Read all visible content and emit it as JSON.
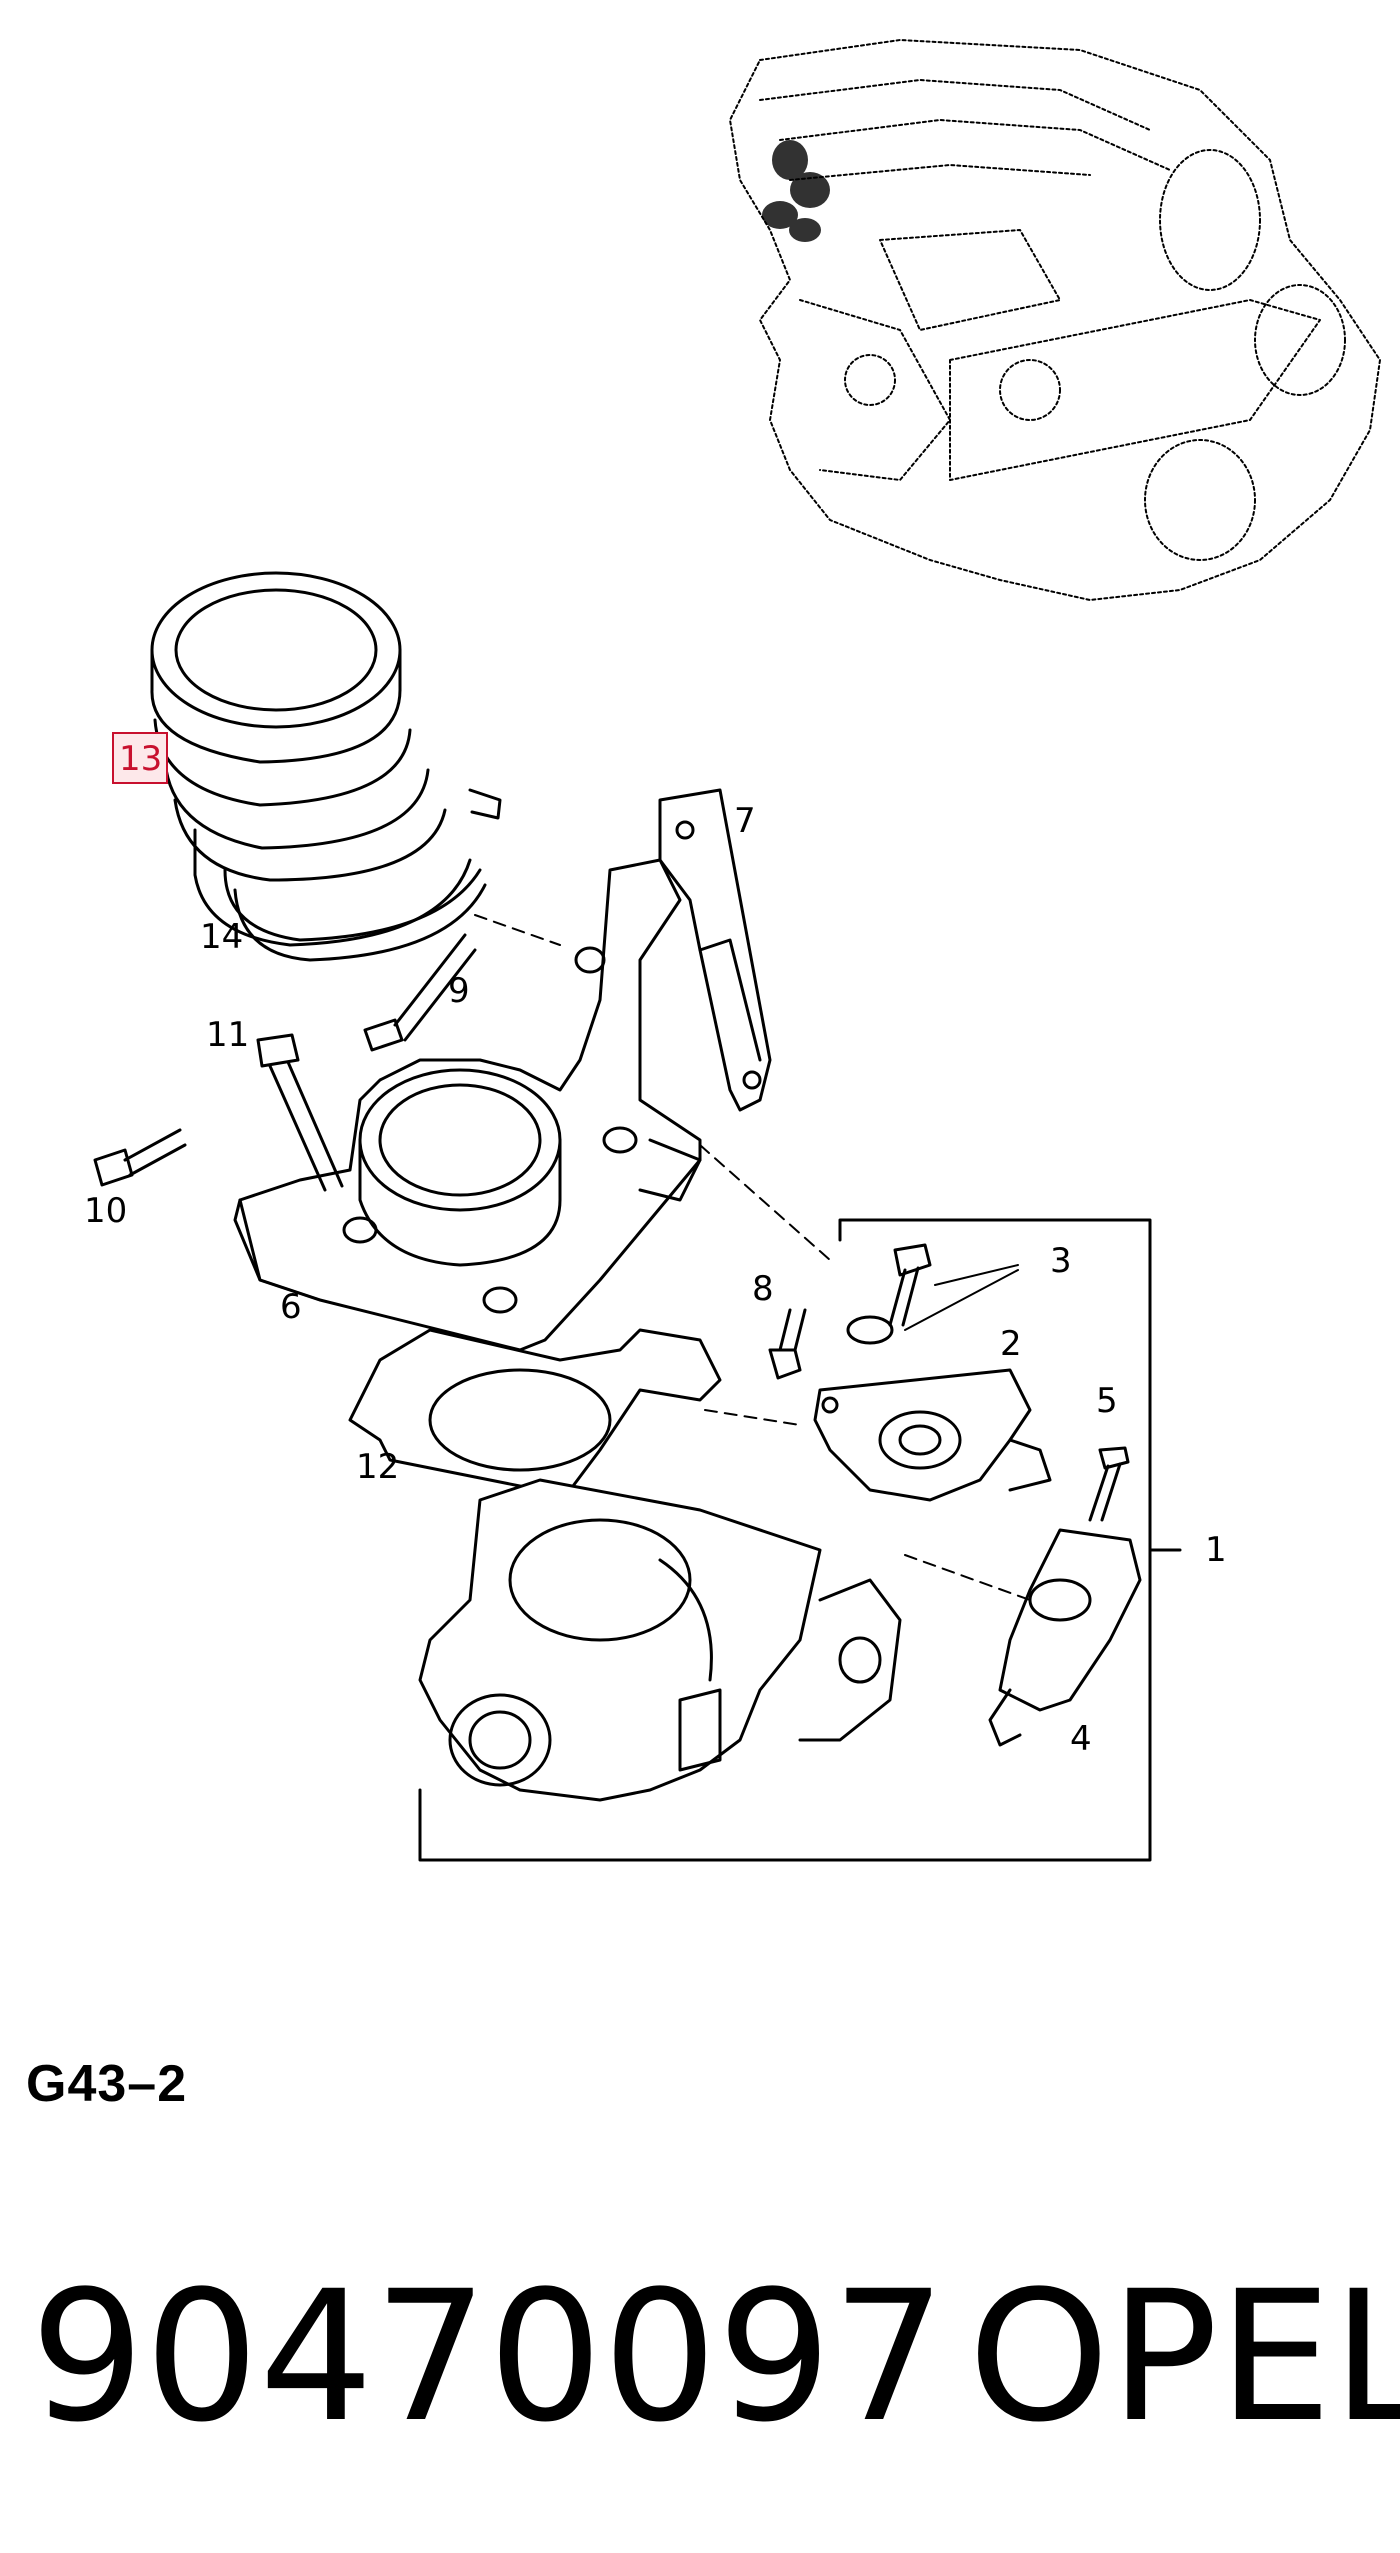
{
  "diagram": {
    "callouts": [
      {
        "id": "1",
        "label": "1"
      },
      {
        "id": "2",
        "label": "2"
      },
      {
        "id": "3",
        "label": "3"
      },
      {
        "id": "4",
        "label": "4"
      },
      {
        "id": "5",
        "label": "5"
      },
      {
        "id": "6",
        "label": "6"
      },
      {
        "id": "7",
        "label": "7"
      },
      {
        "id": "8",
        "label": "8"
      },
      {
        "id": "9",
        "label": "9"
      },
      {
        "id": "10",
        "label": "10"
      },
      {
        "id": "11",
        "label": "11"
      },
      {
        "id": "12",
        "label": "12"
      },
      {
        "id": "13",
        "label": "13",
        "highlighted": true
      },
      {
        "id": "14",
        "label": "14"
      }
    ],
    "highlight_color": "#c8102e",
    "line_color": "#000000"
  },
  "footer": {
    "diagram_code": "G43–2",
    "part_number": "90470097",
    "brand": "OPEL"
  }
}
